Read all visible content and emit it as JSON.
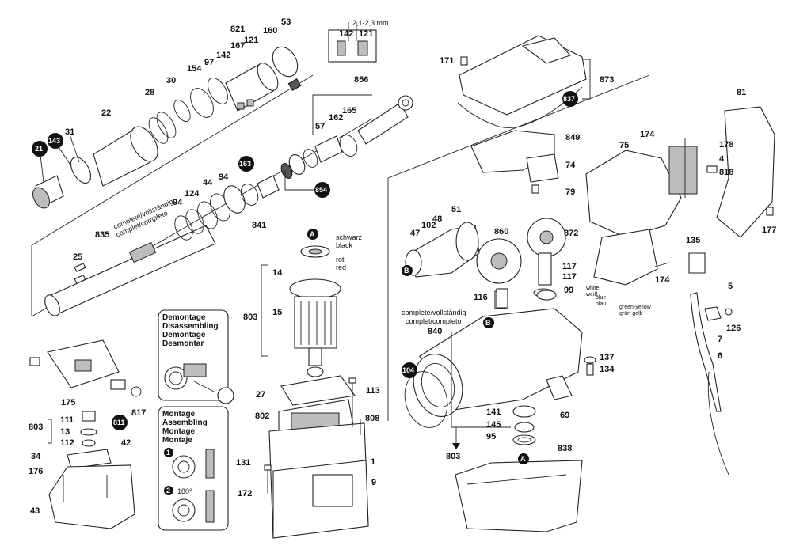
{
  "labels": {
    "n821": "821",
    "n142a": "142",
    "n167": "167",
    "n121a": "121",
    "n160": "160",
    "n53": "53",
    "n97": "97",
    "n154": "154",
    "n30": "30",
    "n28": "28",
    "n22": "22",
    "n31": "31",
    "n856": "856",
    "n165": "165",
    "n57": "57",
    "n162": "162",
    "n94a": "94",
    "n44": "44",
    "n124": "124",
    "n94b": "94",
    "n841": "841",
    "n835": "835",
    "n25": "25",
    "n171": "171",
    "n873": "873",
    "n849": "849",
    "n74": "74",
    "n79": "79",
    "n81": "81",
    "n174a": "174",
    "n75": "75",
    "n178": "178",
    "n4": "4",
    "n818": "818",
    "n177": "177",
    "n51": "51",
    "n48": "48",
    "n102": "102",
    "n47": "47",
    "n860": "860",
    "n872": "872",
    "n117a": "117",
    "n117b": "117",
    "n116": "116",
    "n99": "99",
    "n135": "135",
    "n174b": "174",
    "n5": "5",
    "n126": "126",
    "n7": "7",
    "n6": "6",
    "n840": "840",
    "n137": "137",
    "n134": "134",
    "n69": "69",
    "n141": "141",
    "n145": "145",
    "n95": "95",
    "n803c": "803",
    "n838": "838",
    "n14": "14",
    "n803b": "803",
    "n15": "15",
    "n27": "27",
    "n113": "113",
    "n802": "802",
    "n808": "808",
    "n131": "131",
    "n1": "1",
    "n172": "172",
    "n9": "9",
    "n175": "175",
    "n817": "817",
    "n111": "111",
    "n803a": "803",
    "n13": "13",
    "n112": "112",
    "n42": "42",
    "n34": "34",
    "n176": "176",
    "n43": "43"
  },
  "circled": {
    "c21": "21",
    "c143": "143",
    "c163": "163",
    "c854": "854",
    "c837": "837",
    "c104": "104",
    "c811": "811",
    "cA1": "A",
    "cA2": "A",
    "cB1": "B",
    "cB2": "B"
  },
  "notes": {
    "dim": "2,1-2,3 mm",
    "dim142": "142",
    "dim121": "121",
    "complete1": "complete/vollständig",
    "complete2": "complet/completo",
    "complete3": "complete/vollständig",
    "complete4": "complet/completo",
    "schwarz": "schwarz",
    "black": "black",
    "rot": "rot",
    "red": "red",
    "white": "white",
    "weiß": "weiß",
    "blue": "blue",
    "blau": "blau",
    "green_yellow": "green-yellow",
    "gruen_gelb": "grün-gelb",
    "angle": "180°"
  },
  "disassembly_box": {
    "lines": [
      "Demontage",
      "Disassembling",
      "Demontage",
      "Desmontar"
    ]
  },
  "assembly_box": {
    "lines": [
      "Montage",
      "Assembling",
      "Montage",
      "Montaje"
    ],
    "step1": "1",
    "step2": "2"
  }
}
